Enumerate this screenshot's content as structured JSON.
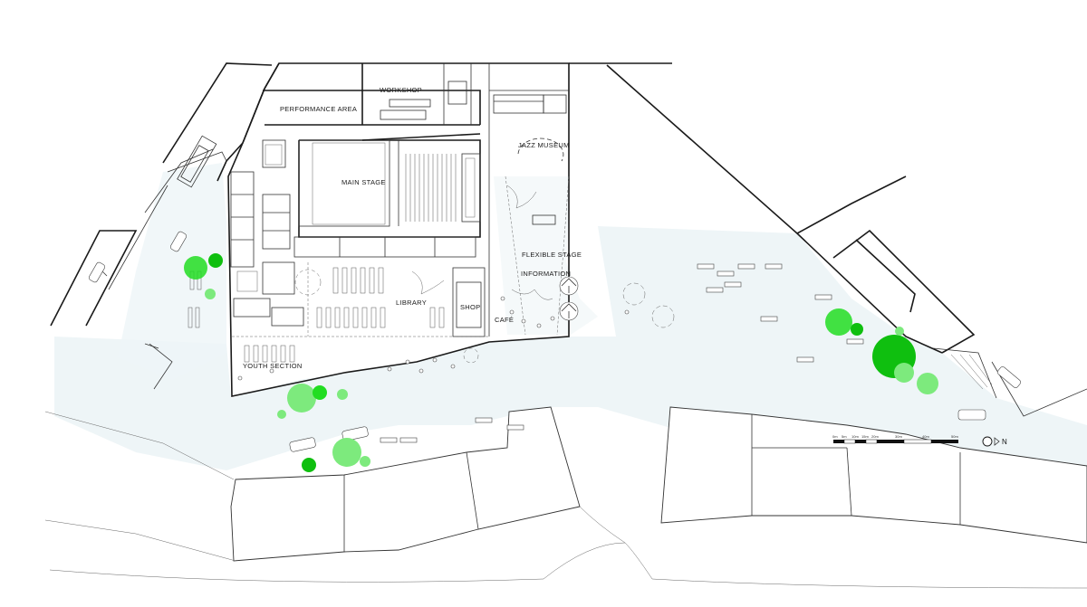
{
  "labels": {
    "workshop": "WORKSHOP",
    "performance_area": "PERFORMANCE AREA",
    "main_stage": "MAIN STAGE",
    "jazz_museum": "JAZZ MUSEUM",
    "flexible_stage": "FLEXIBLE STAGE",
    "information": "INFORMATION",
    "library": "LIBRARY",
    "shop": "SHOP",
    "cafe": "CAFÉ",
    "youth_section": "YOUTH SECTION"
  },
  "scale_bar": {
    "ticks": [
      "0m",
      "5m",
      "10m",
      "15m",
      "20m",
      "30m",
      "40m",
      "50m"
    ]
  },
  "north": {
    "label": "N"
  },
  "colors": {
    "tree_light": "#7dea7d",
    "tree_bright": "#22dd22",
    "tree_dark": "#0fbf0f",
    "plaza": "#eef5f7",
    "wall": "#1a1a1a"
  }
}
